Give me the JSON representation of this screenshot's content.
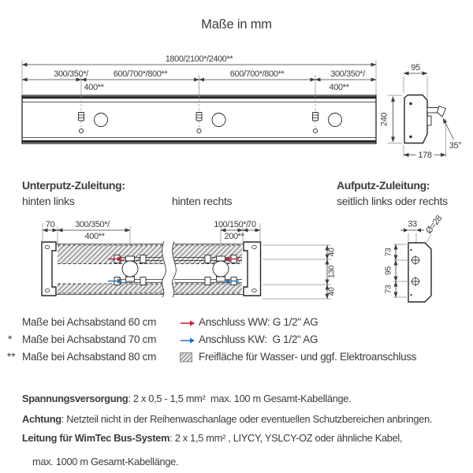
{
  "title": "Maße in mm",
  "colors": {
    "text": "#3c3c3b",
    "line": "#262626",
    "warm_water": "#c01f34",
    "cold_water": "#1d71b8"
  },
  "front": {
    "total": "1800/2100*/2400**",
    "seg1a": "300/350*/",
    "seg1b": "400**",
    "seg2": "600/700*/800**",
    "seg3": "600/700*/800**",
    "seg4a": "300/350*/",
    "seg4b": "400**",
    "height": "240"
  },
  "side": {
    "width_top": "95",
    "depth": "178",
    "angle": "35°"
  },
  "unterputz": {
    "title": "Unterputz-Zuleitung:",
    "left": "hinten links",
    "right": "hinten rechts"
  },
  "aufputz": {
    "title": "Aufputz-Zuleitung:",
    "subtitle": "seitlich links oder rechts"
  },
  "plan": {
    "d70l": "70",
    "dla": "300/350*/",
    "dlb": "400**",
    "dra": "100/150*/",
    "d70r": "70",
    "drb": "200**",
    "v1": "40",
    "v2": "130",
    "v3": "40"
  },
  "plate": {
    "w": "33",
    "dia": "Ø=28",
    "v1": "73",
    "v2": "95",
    "v3": "73"
  },
  "legend": {
    "rows_left": [
      {
        "marker": "",
        "text": "Maße bei Achsabstand 60 cm"
      },
      {
        "marker": "*",
        "text": "Maße bei Achsabstand 70 cm"
      },
      {
        "marker": "**",
        "text": "Maße bei Achsabstand 80 cm"
      }
    ],
    "rows_right": [
      {
        "icon": "warm-water-arrow",
        "text": "Anschluss WW: G 1/2\" AG"
      },
      {
        "icon": "cold-water-arrow",
        "text": "Anschluss KW:  G 1/2\" AG"
      },
      {
        "icon": "hatch-swatch",
        "text": "Freifläche für Wasser- und ggf. Elektroanschluss"
      }
    ]
  },
  "notes": [
    {
      "lead": "Spannungsversorgung",
      "rest": ": 2 x 0,5 - 1,5 mm²  max. 100 m Gesamt-Kabellänge."
    },
    {
      "lead": "Achtung",
      "rest": ": Netzteil nicht in der Reihenwaschanlage oder eventuellen Schutzbereichen anbringen."
    },
    {
      "lead": "Leitung für WimTec Bus-System",
      "rest": ": 2 x 1,5 mm² , LIYCY, YSLCY-OZ oder ähnliche Kabel,",
      "rest2": "max. 1000 m Gesamt-Kabellänge."
    }
  ]
}
